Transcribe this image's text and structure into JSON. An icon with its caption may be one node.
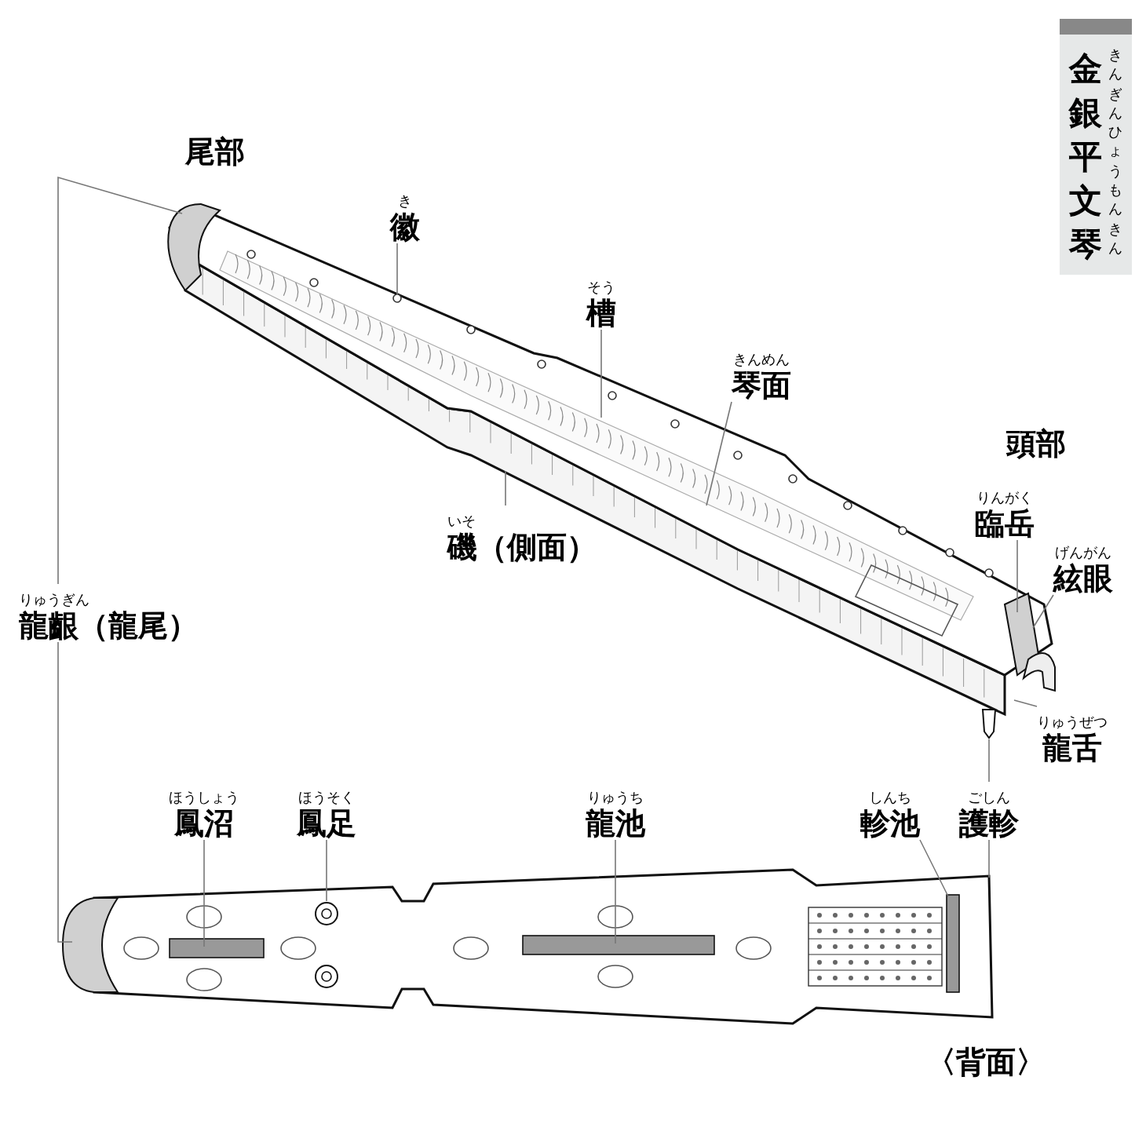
{
  "diagram": {
    "title": "金銀平文琴",
    "nodes": [
      {
        "text": [
          "き",
          "徽"
        ]
      },
      {
        "text": [
          "そう",
          "槽"
        ]
      },
      {
        "text": [
          "きんめん",
          "琴面"
        ]
      },
      {
        "text": [
          "りんがく",
          "臨岳"
        ]
      },
      {
        "text": [
          "いそ",
          "磯（側面）"
        ]
      },
      {
        "text": [
          "げんがん",
          "絃眼"
        ]
      },
      {
        "text": [
          "りゅうぎん",
          "龍齦（龍尾）"
        ]
      },
      {
        "text": [
          "りゅうぜつ",
          "龍舌"
        ]
      },
      {
        "text": [
          "ほうしょう",
          "鳳沼"
        ]
      },
      {
        "text": [
          "ほうそく",
          "鳳足"
        ]
      },
      {
        "text": [
          "りゅうち",
          "龍池"
        ]
      },
      {
        "text": [
          "しんち",
          "軫池"
        ]
      },
      {
        "text": [
          "ごしん",
          "護軫"
        ]
      }
    ],
    "edges": [
      {
        "from": 0,
        "to": null,
        "arrow": "none"
      },
      {
        "from": 1,
        "to": null,
        "arrow": "none"
      },
      {
        "from": 2,
        "to": null,
        "arrow": "none"
      },
      {
        "from": 3,
        "to": null,
        "arrow": "none"
      },
      {
        "from": 4,
        "to": null,
        "arrow": "none"
      },
      {
        "from": 5,
        "to": null,
        "arrow": "none"
      },
      {
        "from": 6,
        "to": null,
        "arrow": "none"
      },
      {
        "from": 6,
        "to": null,
        "arrow": "none"
      },
      {
        "from": 7,
        "to": null,
        "arrow": "none"
      },
      {
        "from": 8,
        "to": null,
        "arrow": "none"
      },
      {
        "from": 9,
        "to": null,
        "arrow": "none"
      },
      {
        "from": 10,
        "to": null,
        "arrow": "none"
      },
      {
        "from": 11,
        "to": null,
        "arrow": "none"
      },
      {
        "from": 12,
        "to": null,
        "arrow": "none"
      },
      {
        "from": 12,
        "to": null,
        "arrow": "none"
      }
    ],
    "labels": [
      "きんぎんひょうもんきん",
      "尾部",
      "頭部",
      "〈背面〉"
    ]
  }
}
